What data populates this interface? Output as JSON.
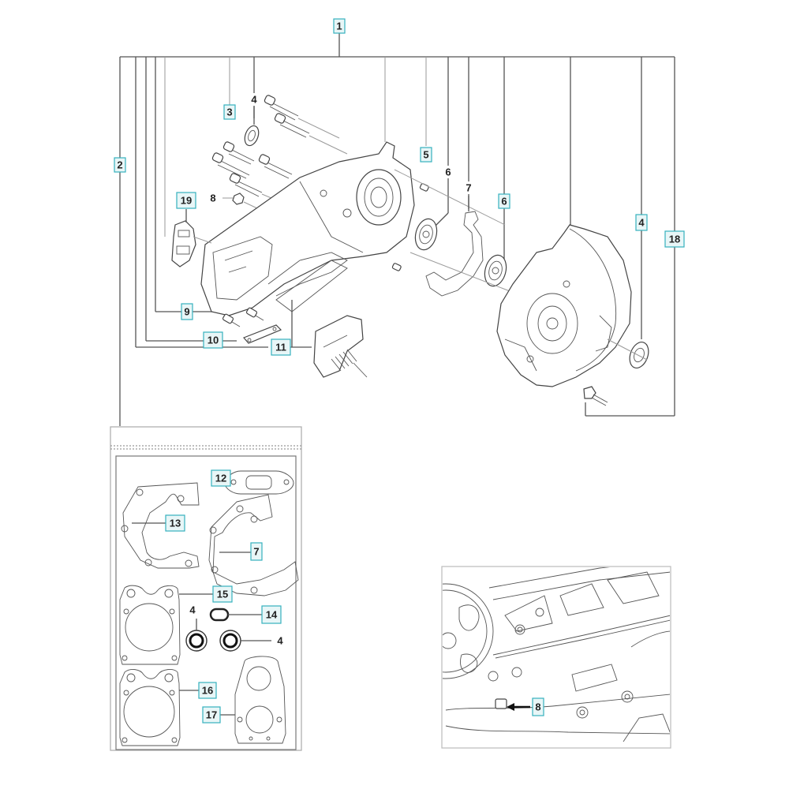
{
  "diagram": {
    "title": "Crankcase exploded view (parts diagram)",
    "accent_color": "#35b1bd",
    "callouts": {
      "c1": {
        "text": "1",
        "boxed": true
      },
      "c2": {
        "text": "2",
        "boxed": true
      },
      "c3": {
        "text": "3",
        "boxed": true
      },
      "c4_top": {
        "text": "4",
        "boxed": false
      },
      "c4_right": {
        "text": "4",
        "boxed": true
      },
      "c5": {
        "text": "5",
        "boxed": true
      },
      "c6_plain": {
        "text": "6",
        "boxed": false
      },
      "c6_boxed": {
        "text": "6",
        "boxed": true
      },
      "c7_main": {
        "text": "7",
        "boxed": false
      },
      "c8_main": {
        "text": "8",
        "boxed": false
      },
      "c9": {
        "text": "9",
        "boxed": true
      },
      "c10": {
        "text": "10",
        "boxed": true
      },
      "c11": {
        "text": "11",
        "boxed": true
      },
      "c18": {
        "text": "18",
        "boxed": true
      },
      "c19": {
        "text": "19",
        "boxed": true
      }
    },
    "gasket_kit": {
      "callouts": {
        "c12": {
          "text": "12",
          "boxed": true
        },
        "c13": {
          "text": "13",
          "boxed": true
        },
        "c7": {
          "text": "7",
          "boxed": true
        },
        "c15": {
          "text": "15",
          "boxed": true
        },
        "c14": {
          "text": "14",
          "boxed": true
        },
        "c4_left": {
          "text": "4",
          "boxed": false
        },
        "c4_right": {
          "text": "4",
          "boxed": false
        },
        "c16": {
          "text": "16",
          "boxed": true
        },
        "c17": {
          "text": "17",
          "boxed": true
        }
      }
    },
    "detail_inset": {
      "callouts": {
        "c8": {
          "text": "8",
          "boxed": true
        }
      }
    }
  }
}
